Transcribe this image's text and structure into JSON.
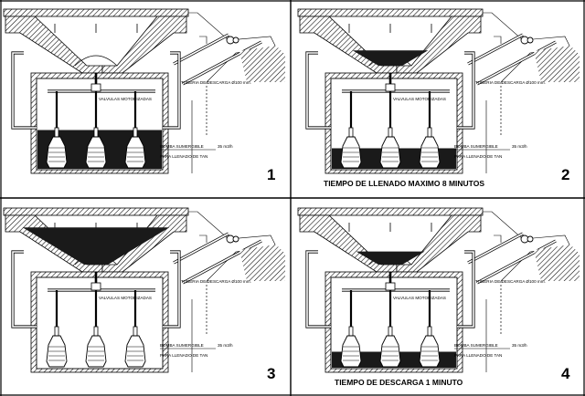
{
  "panels": [
    {
      "number": "1",
      "caption": "",
      "labels": {
        "tuberia": "TUBERIA DE DESCARGA Ø100 mm.",
        "valvulas": "VALVULAS MOTORIZADAS",
        "bomba": "BOMBA SUMERGIBLE",
        "bomba_rate": "35 m3/h",
        "llenado": "PARA LLENADO DE TAN"
      },
      "upper_fill": 0.0,
      "lower_fill": 0.85
    },
    {
      "number": "2",
      "caption": "TIEMPO DE LLENADO MAXIMO 8 MINUTOS",
      "labels": {
        "tuberia": "TUBERIA DE DESCARGA Ø100 mm.",
        "valvulas": "VALVULAS MOTORIZADAS",
        "bomba": "BOMBA SUMERGIBLE",
        "bomba_rate": "35 m3/h",
        "llenado": "PARA LLENADO DE TAN"
      },
      "upper_fill": 0.35,
      "lower_fill": 0.45
    },
    {
      "number": "3",
      "caption": "",
      "labels": {
        "tuberia": "TUBERIA DE DESCARGA Ø100 mm.",
        "valvulas": "VALVULAS MOTORIZADAS",
        "bomba": "BOMBA SUMERGIBLE",
        "bomba_rate": "35 m3/h",
        "llenado": "PARA LLENADO DE TAN"
      },
      "upper_fill": 0.85,
      "lower_fill": 0.0
    },
    {
      "number": "4",
      "caption": "TIEMPO DE DESCARGA 1 MINUTO",
      "labels": {
        "tuberia": "TUBERIA DE DESCARGA Ø100 mm.",
        "valvulas": "VALVULAS MOTORIZADAS",
        "bomba": "BOMBA SUMERGIBLE",
        "bomba_rate": "35 m3/h",
        "llenado": "PARA LLENADO DE TAN"
      },
      "upper_fill": 0.3,
      "lower_fill": 0.35
    }
  ]
}
